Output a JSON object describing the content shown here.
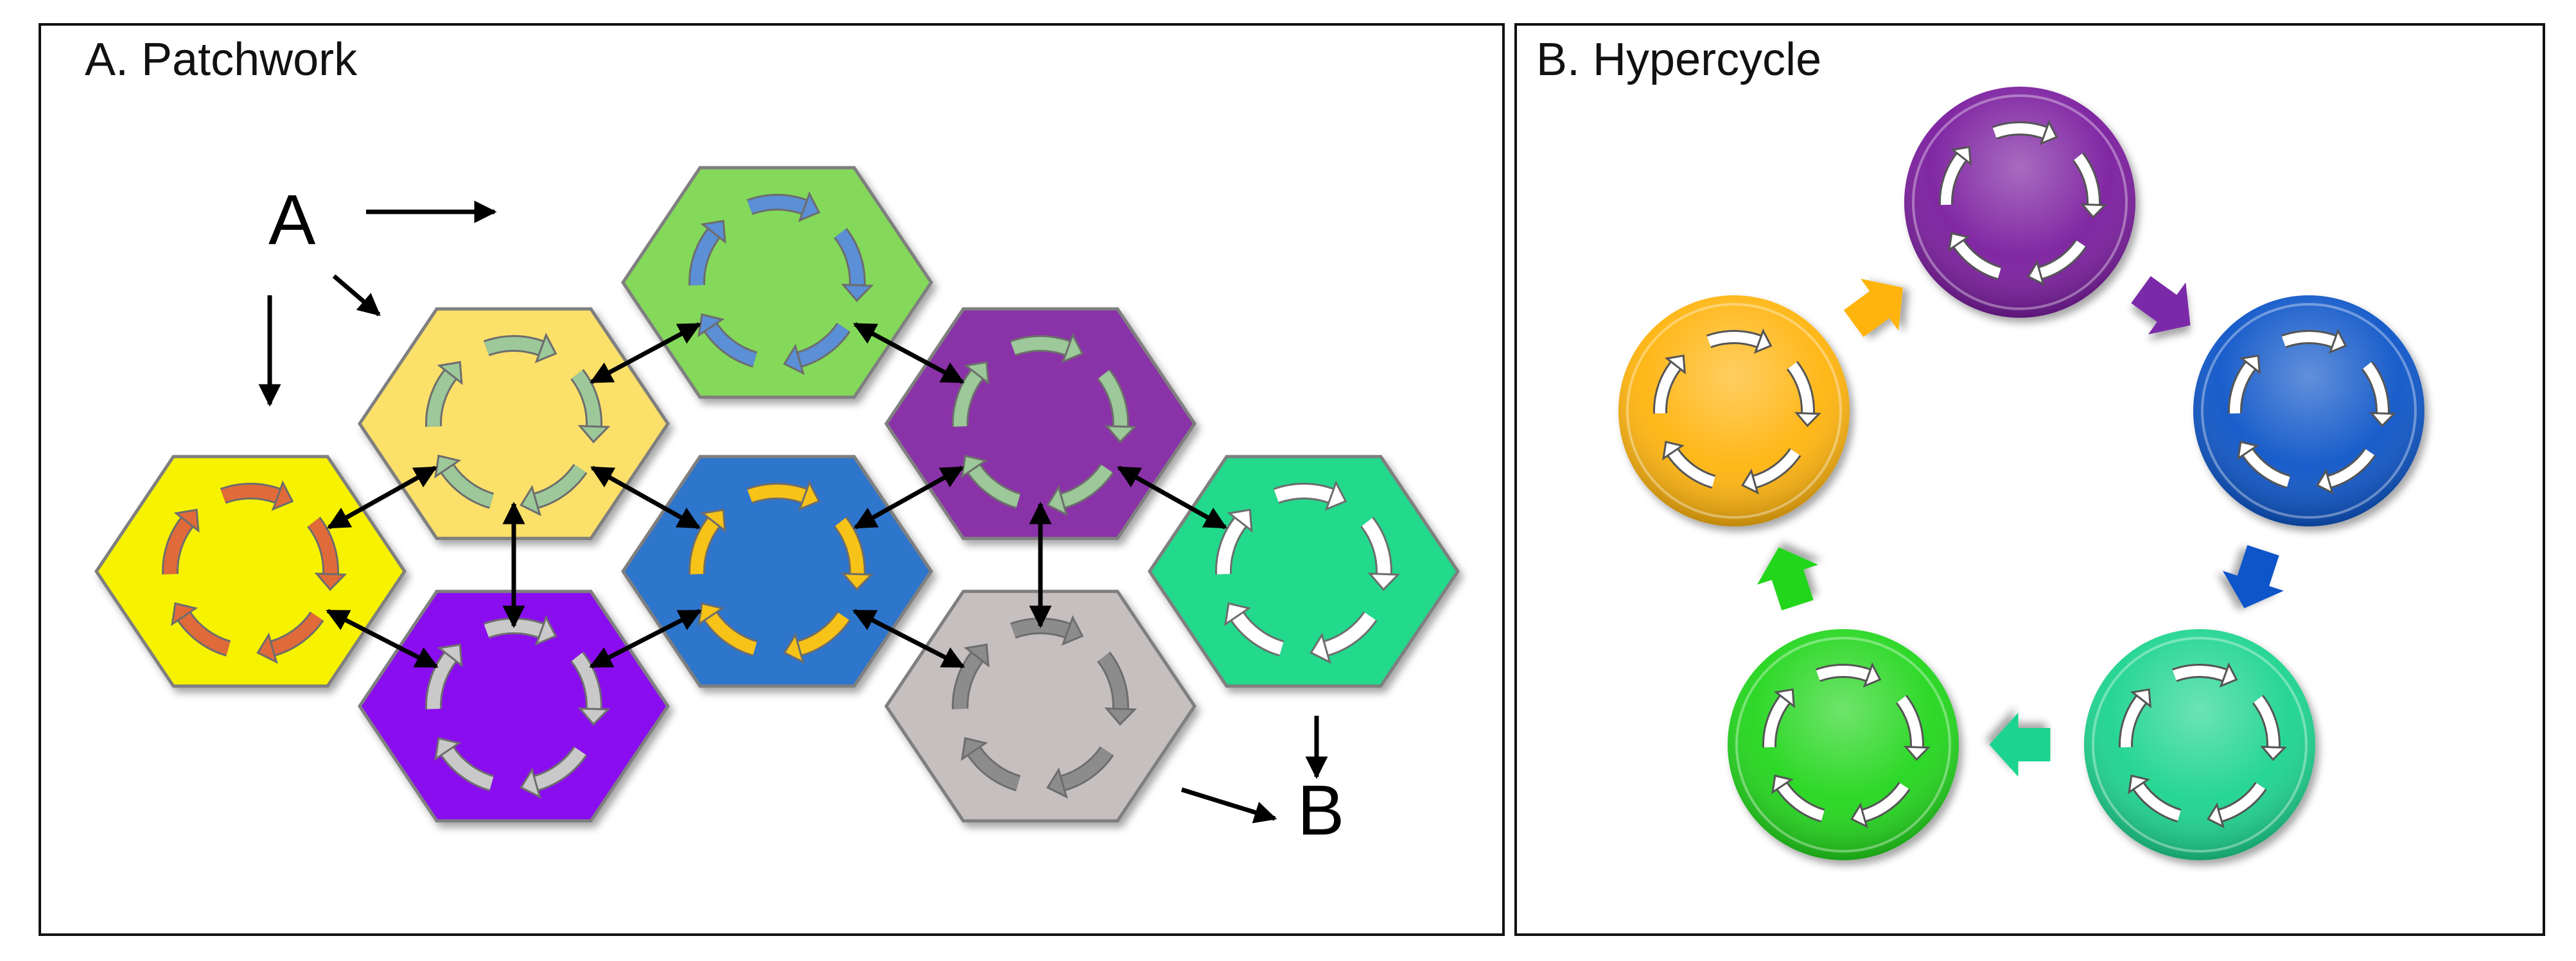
{
  "panels": {
    "a": {
      "title": "A. Patchwork",
      "source_label": "A",
      "sink_label": "B"
    },
    "b": {
      "title": "B. Hypercycle"
    }
  },
  "patchwork": {
    "patches": [
      {
        "id": "yellow",
        "fill": "#f7f205",
        "arrow_color": "#e06a3a"
      },
      {
        "id": "lightyellow",
        "fill": "#fbe06a",
        "arrow_color": "#9cc89a"
      },
      {
        "id": "lightgreen",
        "fill": "#84d95a",
        "arrow_color": "#5b8fd6"
      },
      {
        "id": "violet",
        "fill": "#8a0cf0",
        "arrow_color": "#c9c9c9"
      },
      {
        "id": "blue",
        "fill": "#2f74cc",
        "arrow_color": "#f7c318"
      },
      {
        "id": "purple",
        "fill": "#8a32a8",
        "arrow_color": "#9cc89a"
      },
      {
        "id": "grey",
        "fill": "#c6bfbf",
        "arrow_color": "#8c8c8c"
      },
      {
        "id": "teal",
        "fill": "#22d98c",
        "arrow_color": "#ffffff"
      }
    ]
  },
  "hypercycle": {
    "nodes": [
      {
        "id": "purple",
        "fill": "#7a1a9e"
      },
      {
        "id": "blue",
        "fill": "#0b55c8"
      },
      {
        "id": "teal",
        "fill": "#1fd48e"
      },
      {
        "id": "green",
        "fill": "#22d61e"
      },
      {
        "id": "orange",
        "fill": "#ffb40a"
      }
    ],
    "arrow_colors": [
      "#7a2aa8",
      "#0b55c8",
      "#1fd48e",
      "#22d61e",
      "#ffb40a"
    ]
  }
}
